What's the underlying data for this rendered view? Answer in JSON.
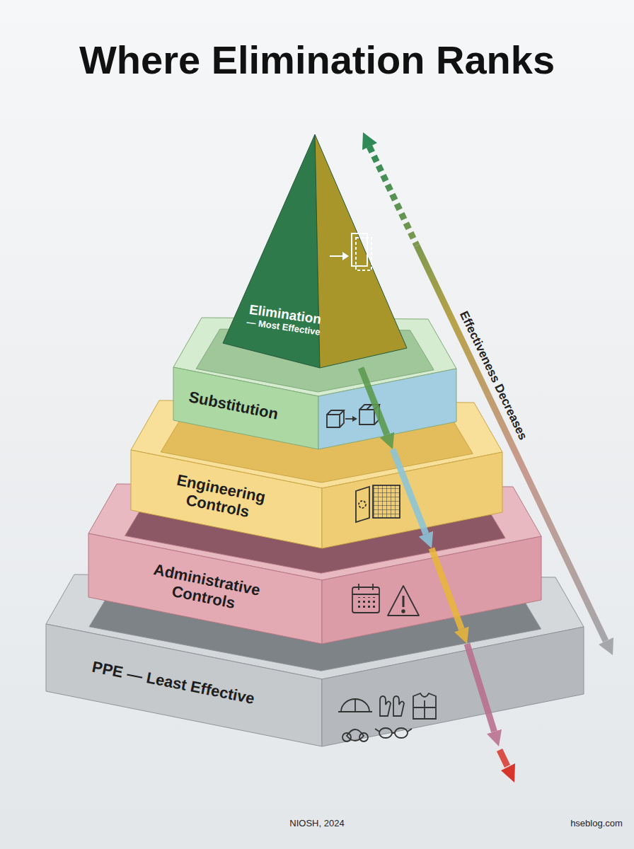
{
  "diagram": {
    "title": "Where Elimination Ranks",
    "nodes": [
      {
        "text": [
          "Elimination",
          "— Most Effective"
        ]
      },
      {
        "text": [
          "Substitution"
        ]
      },
      {
        "text": [
          "Engineering Controls"
        ]
      },
      {
        "text": [
          "Administrative Controls"
        ]
      },
      {
        "text": [
          "PPE — Least Effective"
        ]
      }
    ],
    "edges": [
      {
        "from": 0,
        "to": 1,
        "arrow": "to"
      },
      {
        "from": 1,
        "to": 2,
        "arrow": "to"
      },
      {
        "from": 2,
        "to": 3,
        "arrow": "to"
      },
      {
        "from": 3,
        "to": 4,
        "arrow": "to"
      }
    ],
    "labels": [
      "Effectiveness Decreases",
      "NIOSH, 2024",
      "hseblog.com"
    ]
  }
}
